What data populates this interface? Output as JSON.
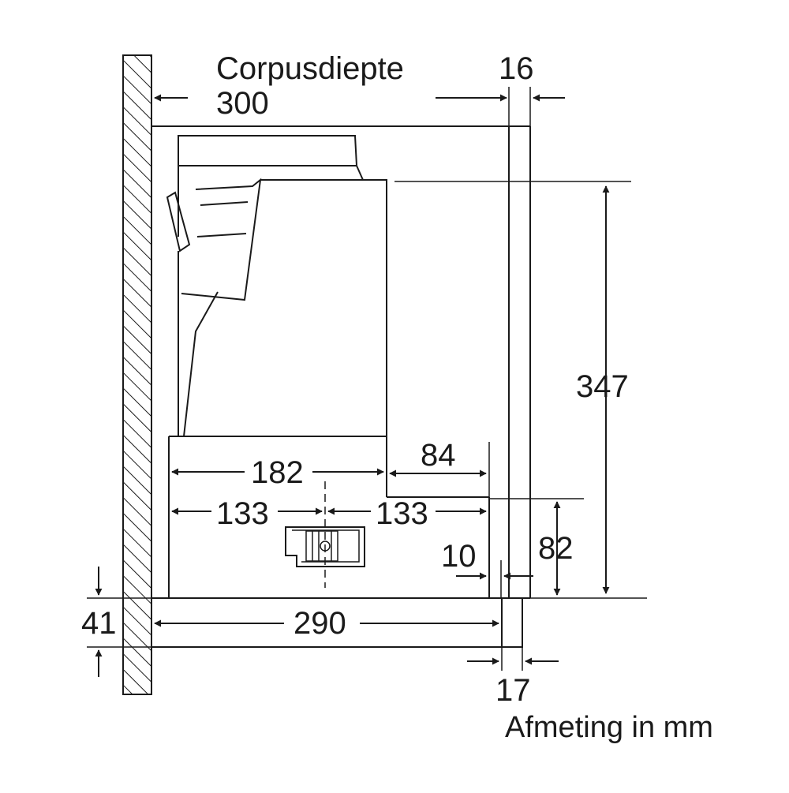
{
  "labels": {
    "corpus_label": "Corpusdiepte",
    "corpus_value": "300",
    "dim_16": "16",
    "dim_347": "347",
    "dim_182": "182",
    "dim_84": "84",
    "dim_133_left": "133",
    "dim_133_right": "133",
    "dim_82": "82",
    "dim_10": "10",
    "dim_41": "41",
    "dim_290": "290",
    "dim_17": "17",
    "unit_caption": "Afmeting in mm"
  }
}
